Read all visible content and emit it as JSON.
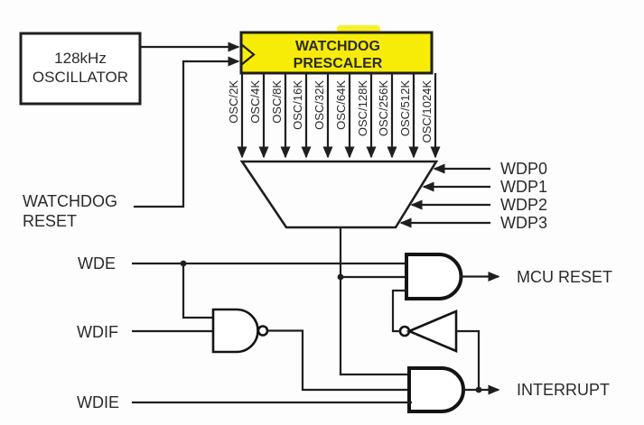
{
  "colors": {
    "highlight": "#f7ec07",
    "wire": "#1f1f1f",
    "background": "#fdfdfd",
    "text": "#2a2a2a"
  },
  "oscillator": {
    "line1": "128kHz",
    "line2": "OSCILLATOR"
  },
  "prescaler": {
    "line1": "WATCHDOG",
    "line2": "PRESCALER"
  },
  "prescaler_taps": [
    "OSC/2K",
    "OSC/4K",
    "OSC/8K",
    "OSC/16K",
    "OSC/32K",
    "OSC/64K",
    "OSC/128K",
    "OSC/256K",
    "OSC/512K",
    "OSC/1024K"
  ],
  "left_labels": {
    "watchdog_reset_1": "WATCHDOG",
    "watchdog_reset_2": "RESET",
    "wde": "WDE",
    "wdif": "WDIF",
    "wdie": "WDIE"
  },
  "wdp": [
    "WDP0",
    "WDP1",
    "WDP2",
    "WDP3"
  ],
  "outputs": {
    "mcu_reset": "MCU RESET",
    "interrupt": "INTERRUPT"
  }
}
